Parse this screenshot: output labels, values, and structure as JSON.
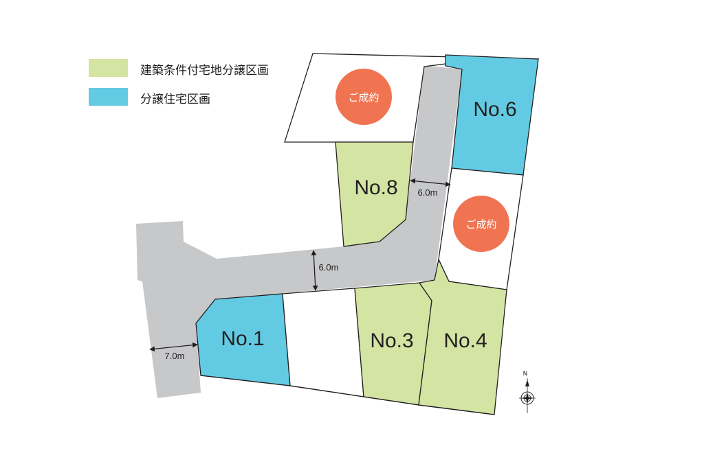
{
  "colors": {
    "conditional": "#d3e4a3",
    "house": "#62cbe3",
    "road": "#c6c8ca",
    "sold": "#f07452",
    "line": "#231f20"
  },
  "legend": [
    {
      "label": "建築条件付宅地分譲区画",
      "color": "#d3e4a3"
    },
    {
      "label": "分譲住宅区画",
      "color": "#62cbe3"
    }
  ],
  "lots": {
    "no6": "No.6",
    "no8": "No.8",
    "no1": "No.1",
    "no3": "No.3",
    "no4": "No.4"
  },
  "sold": {
    "top": "ご成約",
    "right": "ご成約"
  },
  "dimensions": {
    "upper_road": "6.0m",
    "main_road": "6.0m",
    "entrance_road": "7.0m"
  },
  "compass": {
    "north": "N",
    "icon": "compass-rose-icon"
  }
}
